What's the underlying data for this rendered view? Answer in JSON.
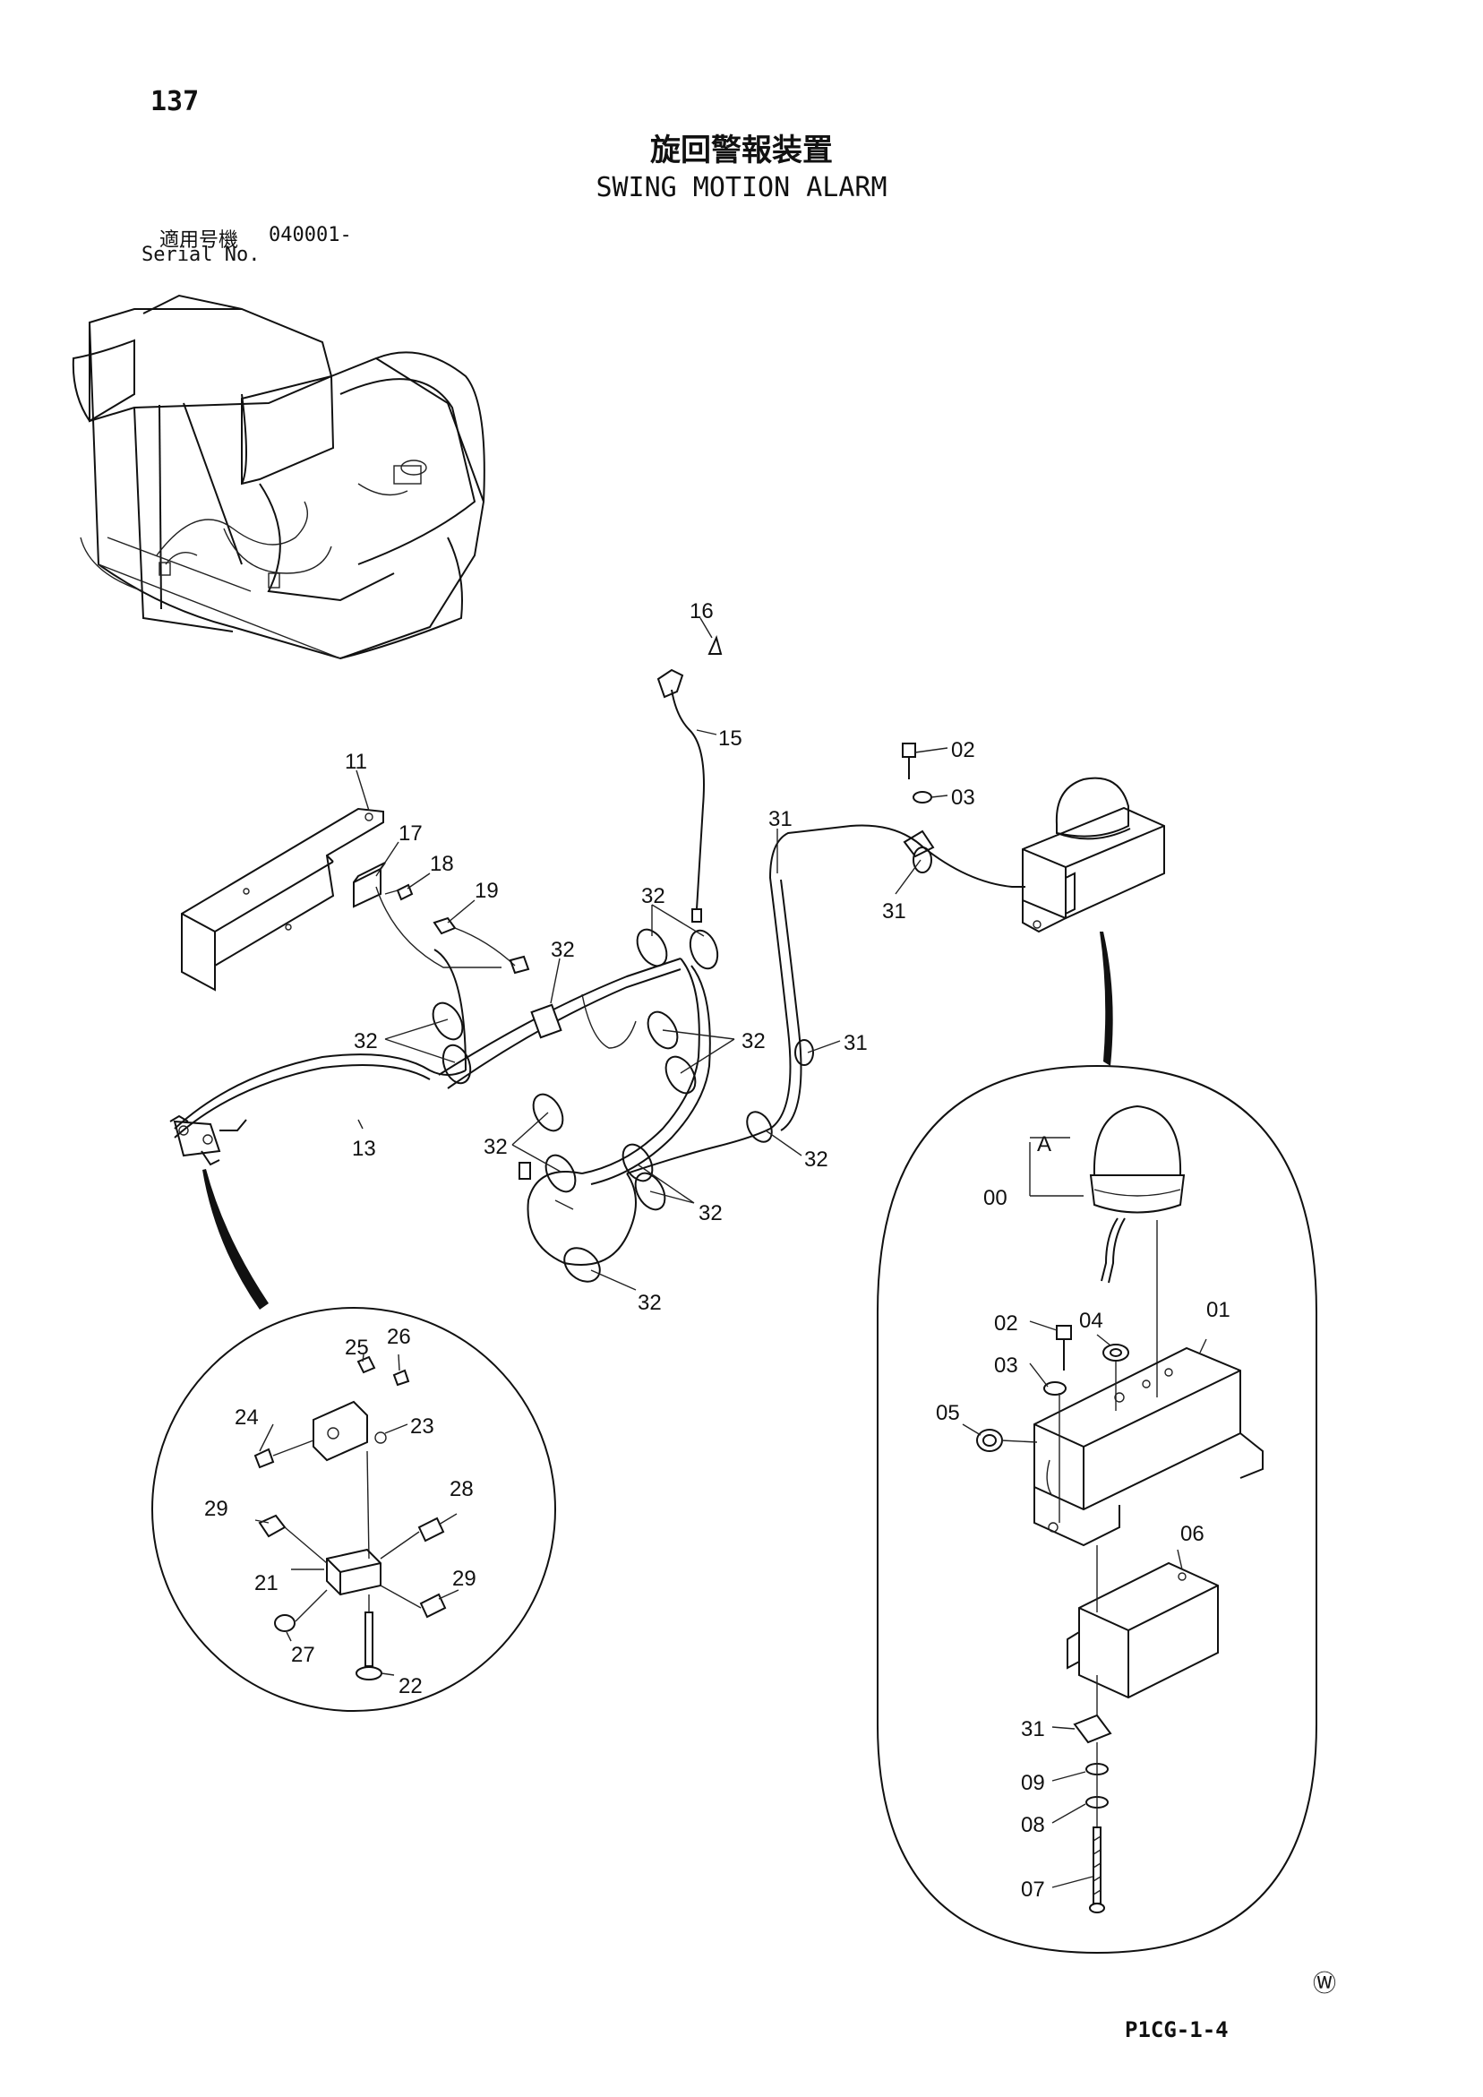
{
  "page": {
    "number": "137",
    "title_jp": "旋回警報装置",
    "title_en": "SWING MOTION ALARM",
    "serial_label_jp": "適用号機",
    "serial_number": "040001-",
    "serial_label_en": "Serial No.",
    "mark": "Ⓦ",
    "drawing_code": "P1CG-1-4"
  },
  "callouts": {
    "c16": "16",
    "c15": "15",
    "c11": "11",
    "c17": "17",
    "c18": "18",
    "c19": "19",
    "c13": "13",
    "c02a": "02",
    "c03a": "03",
    "c31a": "31",
    "c31b": "31",
    "c31c": "31",
    "c32a": "32",
    "c32b": "32",
    "c32c": "32",
    "c32d": "32",
    "c32e": "32",
    "c32f": "32",
    "c32g": "32",
    "c32h": "32",
    "cA": "A",
    "c00": "00",
    "c01": "01",
    "c02b": "02",
    "c03b": "03",
    "c04": "04",
    "c05": "05",
    "c06": "06",
    "c31d": "31",
    "c09": "09",
    "c08": "08",
    "c07": "07",
    "c21": "21",
    "c22": "22",
    "c23": "23",
    "c24": "24",
    "c25": "25",
    "c26": "26",
    "c27": "27",
    "c28": "28",
    "c29a": "29",
    "c29b": "29"
  }
}
